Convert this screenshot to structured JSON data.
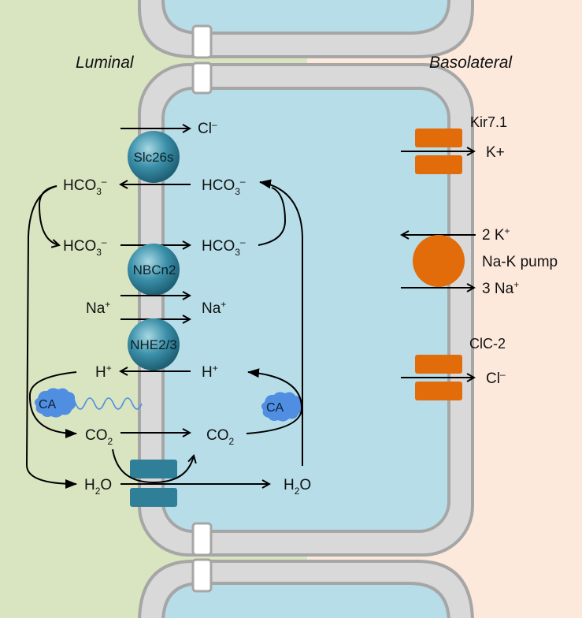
{
  "regions": {
    "luminal": "Luminal",
    "basolateral": "Basolateral"
  },
  "colors": {
    "luminal_bg": "#d9e4c0",
    "basolateral_bg": "#fde9dc",
    "cytoplasm": "#b7dde8",
    "membrane": "#d9d9d9",
    "membrane_outline": "#a6a6a6",
    "transporter_sphere": "#3a8fa8",
    "basolateral_channel": "#e36c0a",
    "aquaporin": "#2f7f98",
    "carbonic_anhydrase": "#4f8ee0"
  },
  "apical_transporters": [
    {
      "name": "Slc26s",
      "icon": "sphere-transporter-icon"
    },
    {
      "name": "NBCn2",
      "icon": "sphere-transporter-icon"
    },
    {
      "name": "NHE2/3",
      "icon": "sphere-transporter-icon"
    }
  ],
  "basolateral_transporters": [
    {
      "name": "Kir7.1",
      "icon": "channel-icon",
      "ion": "K+"
    },
    {
      "name": "Na-K pump",
      "icon": "pump-icon",
      "ion_in": "2 K",
      "ion_in_sup": "+",
      "ion_out": "3 Na",
      "ion_out_sup": "+"
    },
    {
      "name": "ClC-2",
      "icon": "channel-icon",
      "ion": "Cl",
      "ion_sup": "–"
    }
  ],
  "species": {
    "cl": {
      "base": "Cl",
      "sup": "–"
    },
    "hco3": {
      "base": "HCO",
      "sub": "3",
      "sup": "–"
    },
    "na": {
      "base": "Na",
      "sup": "+"
    },
    "h": {
      "base": "H",
      "sup": "+"
    },
    "co2": {
      "base": "CO",
      "sub": "2"
    },
    "h2o_pre": "H",
    "h2o_sub": "2",
    "h2o_post": "O"
  },
  "enzyme": {
    "label": "CA",
    "icon": "carbonic-anhydrase-icon"
  }
}
